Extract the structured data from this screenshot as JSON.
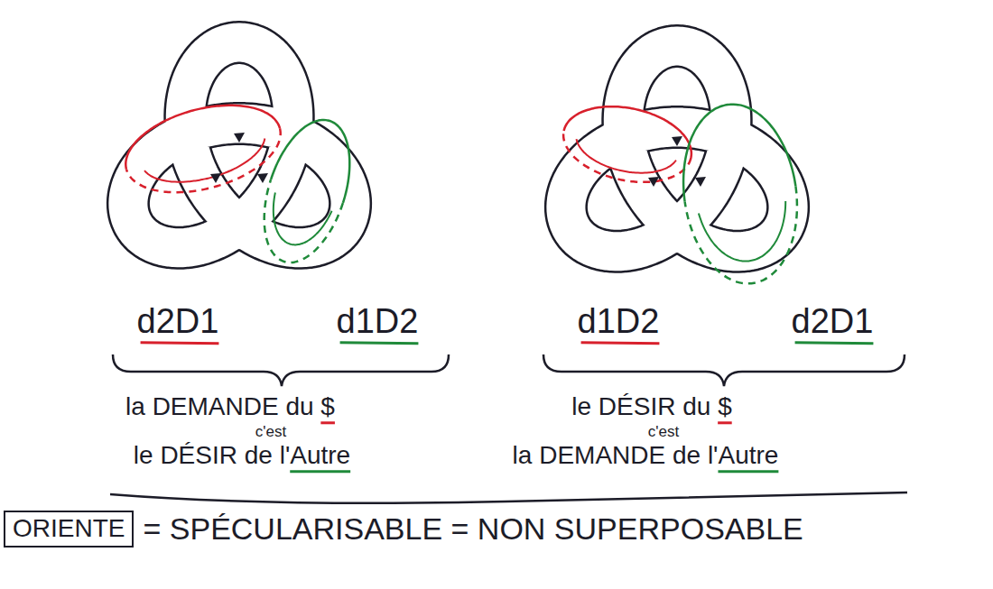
{
  "diagram": {
    "nodes": [
      {
        "text": [
          "ORIENTE"
        ]
      }
    ],
    "labels": [
      "d2D1",
      "d1D2",
      "d1D2",
      "d2D1",
      "la DEMANDE du $",
      "c'est",
      "le DÉSIR de l'Autre",
      "le DÉSIR du $",
      "c'est",
      "la DEMANDE de l'Autre",
      "= SPÉCULARISABLE = NON SUPERPOSABLE"
    ]
  }
}
